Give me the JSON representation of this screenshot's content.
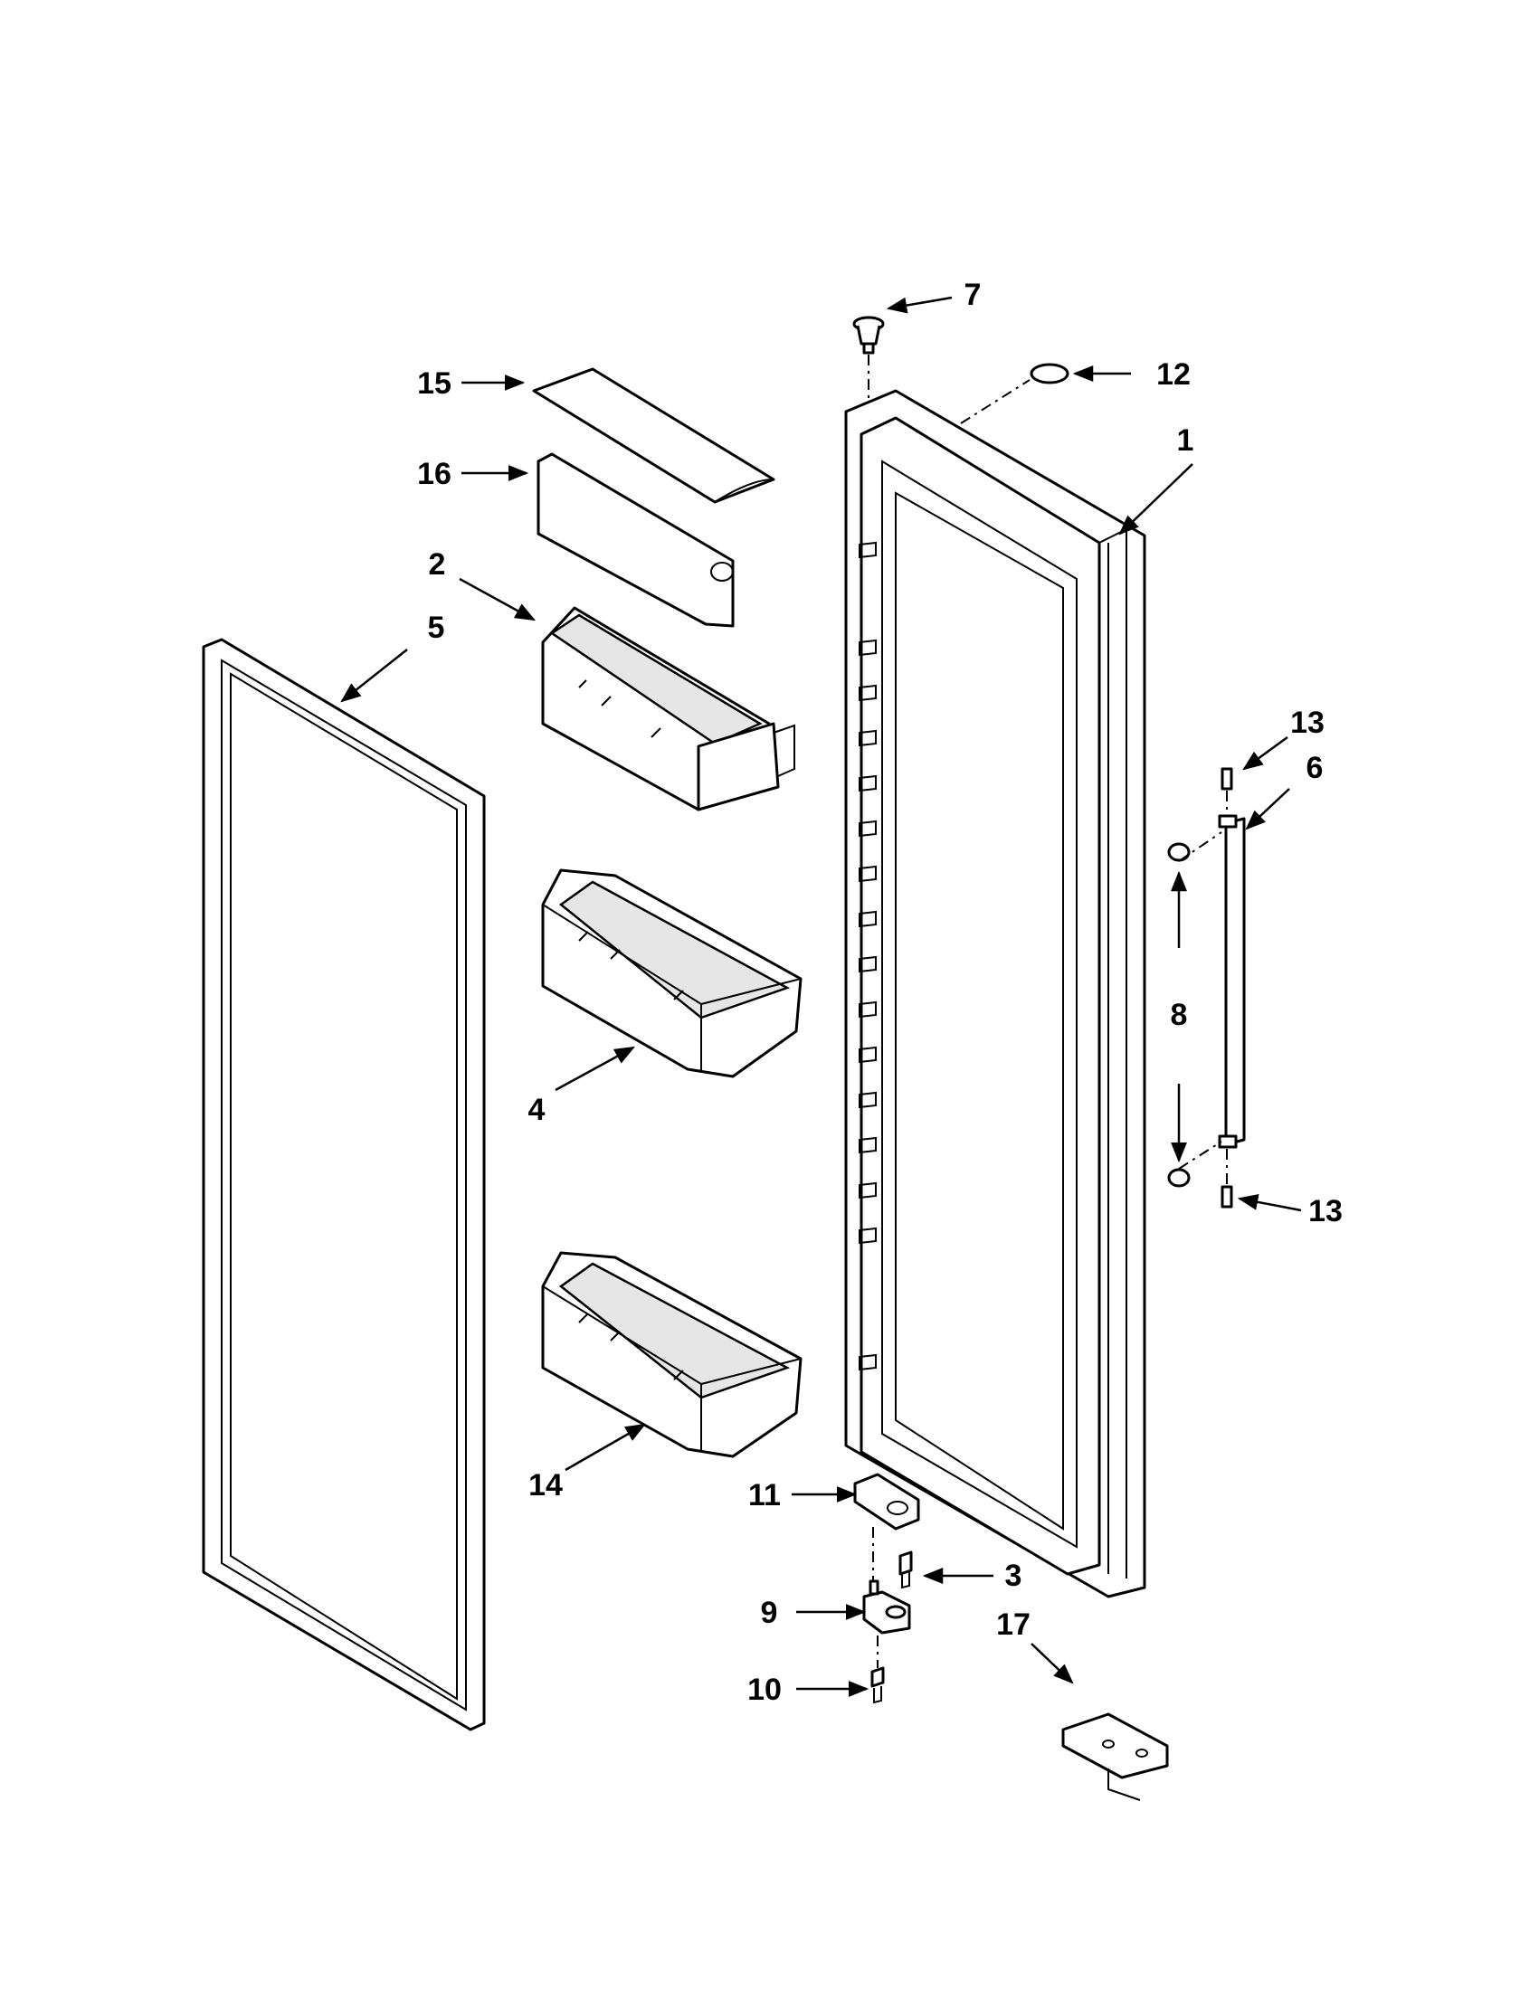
{
  "diagram": {
    "callouts": {
      "c1": "1",
      "c2": "2",
      "c3": "3",
      "c4": "4",
      "c5": "5",
      "c6": "6",
      "c7": "7",
      "c8": "8",
      "c9": "9",
      "c10": "10",
      "c11": "11",
      "c12": "12",
      "c13a": "13",
      "c13b": "13",
      "c14": "14",
      "c15": "15",
      "c16": "16",
      "c17": "17"
    }
  }
}
